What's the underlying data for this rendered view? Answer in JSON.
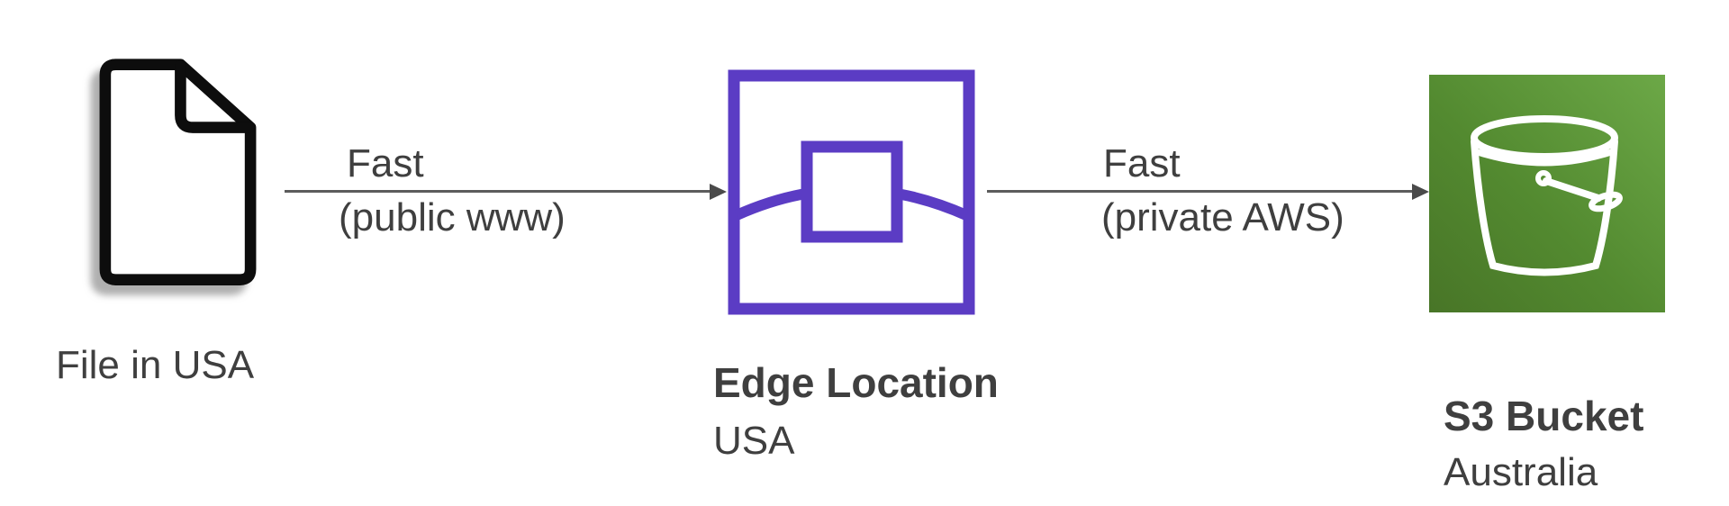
{
  "diagram": {
    "background_color": "#ffffff",
    "text_color": "#3f3f3f",
    "arrow_color": "#5c5c5c",
    "nodes": [
      {
        "id": "file",
        "icon": "document-icon",
        "icon_outline_color": "#0d0d0d",
        "icon_fill_color": "#ffffff",
        "label": "File in USA"
      },
      {
        "id": "edge-location",
        "icon": "edge-location-icon",
        "icon_accent_color": "#5b3cc4",
        "title": "Edge Location",
        "subtitle": "USA"
      },
      {
        "id": "s3-bucket",
        "icon": "s3-bucket-icon",
        "icon_gradient_light": "#6ca847",
        "icon_gradient_dark": "#487527",
        "icon_glyph_color": "#ffffff",
        "title": "S3 Bucket",
        "subtitle": "Australia"
      }
    ],
    "edges": [
      {
        "from": "file",
        "to": "edge-location",
        "label_top": "Fast",
        "label_bottom": "(public www)"
      },
      {
        "from": "edge-location",
        "to": "s3-bucket",
        "label_top": "Fast",
        "label_bottom": "(private AWS)"
      }
    ]
  }
}
